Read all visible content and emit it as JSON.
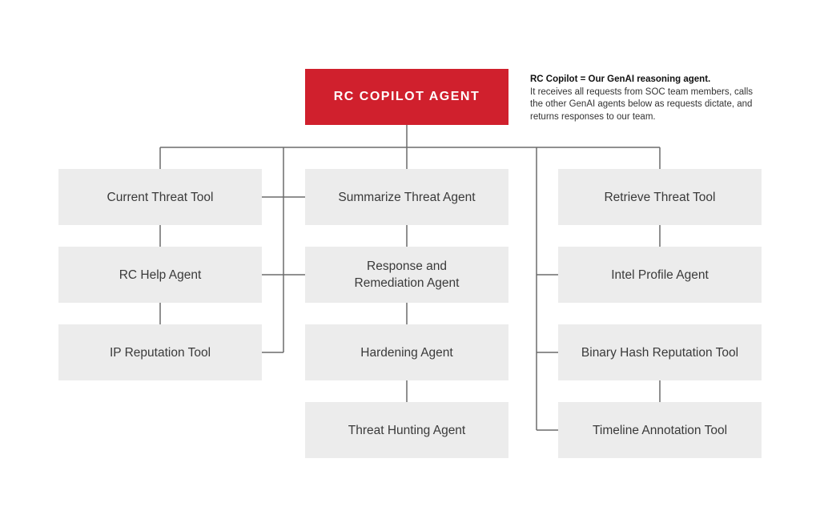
{
  "top_agent": {
    "label": "RC COPILOT AGENT",
    "color": "#d0202d"
  },
  "note": {
    "title": "RC Copilot = Our GenAI reasoning agent.",
    "body": "It receives all requests from SOC team members, calls the other GenAI agents below as requests dictate, and returns responses to our team."
  },
  "columns": {
    "left": [
      "Current Threat Tool",
      "RC Help Agent",
      "IP Reputation Tool"
    ],
    "middle": [
      "Summarize Threat Agent",
      "Response and Remediation Agent",
      "Hardening Agent",
      "Threat Hunting Agent"
    ],
    "right": [
      "Retrieve Threat Tool",
      "Intel Profile Agent",
      "Binary Hash Reputation Tool",
      "Timeline Annotation Tool"
    ]
  },
  "colors": {
    "node_fill": "#ececec",
    "connector": "#6b6b6b",
    "node_text": "#3a3a3a"
  }
}
